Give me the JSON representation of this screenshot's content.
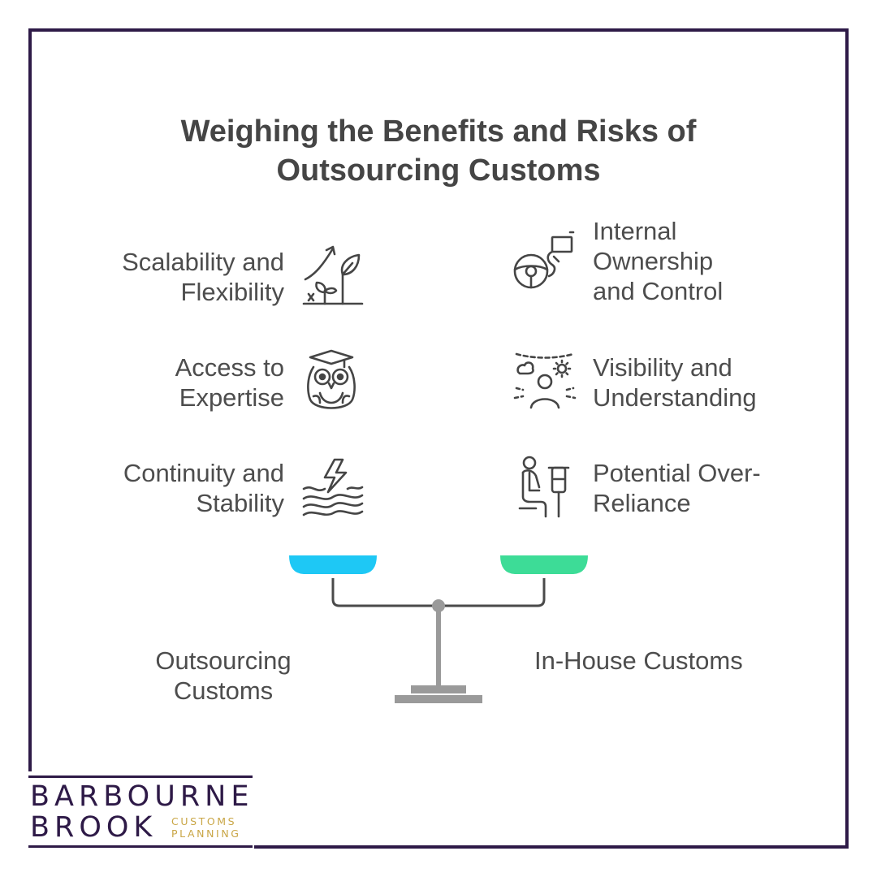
{
  "title": {
    "line1": "Weighing the Benefits and Risks of",
    "line2": "Outsourcing Customs"
  },
  "left_items": [
    {
      "line1": "Scalability and",
      "line2": "Flexibility",
      "icon": "plant-growth-icon"
    },
    {
      "line1": "Access to",
      "line2": "Expertise",
      "icon": "owl-graduate-icon"
    },
    {
      "line1": "Continuity and",
      "line2": "Stability",
      "icon": "lightning-waves-icon"
    }
  ],
  "right_items": [
    {
      "line1": "Internal",
      "line2": "Ownership",
      "line3": "and Control",
      "icon": "steering-wheel-icon"
    },
    {
      "line1": "Visibility and",
      "line2": "Understanding",
      "icon": "clear-view-person-icon"
    },
    {
      "line1": "Potential Over-",
      "line2": "Reliance",
      "icon": "person-crutch-icon"
    }
  ],
  "scale": {
    "left_pan_label": {
      "line1": "Outsourcing",
      "line2": "Customs"
    },
    "right_pan_label": "In-House Customs",
    "left_pan_color": "#1ec8f5",
    "right_pan_color": "#3ddc97",
    "beam_color": "#4a4a4a",
    "stand_color": "#9a9a9a"
  },
  "logo": {
    "line1": "BARBOURNE",
    "line2": "BROOK",
    "sub1": "CUSTOMS",
    "sub2": "PLANNING",
    "primary_color": "#2e1a47",
    "accent_color": "#c9a646"
  }
}
